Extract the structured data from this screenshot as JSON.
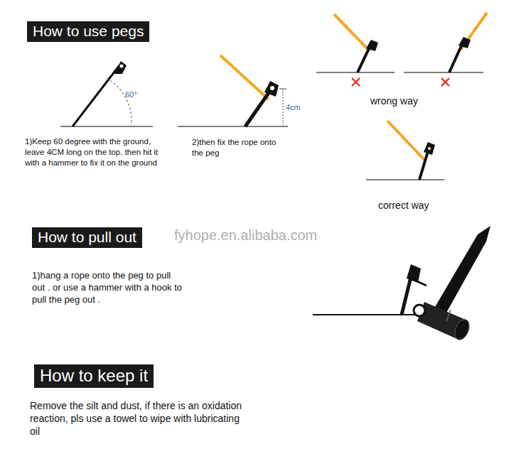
{
  "diagram": {
    "nodes": [
      {
        "text": [
          "How to use pegs"
        ]
      },
      {
        "text": [
          "How to pull out"
        ]
      },
      {
        "text": [
          "How to keep it"
        ]
      }
    ],
    "labels": [
      "60°",
      "4cm",
      "1)Keep 60 degree with the ground, leave 4CM long on the top. then hit it with a hammer to fix it on the ground",
      "2)then fix the rope onto the peg",
      "wrong way",
      "correct way",
      "fyhope.en.alibaba.com",
      "1)hang a rope onto the peg to pull out . or use a hammer with a hook to pull the peg out .",
      "Remove the silt and dust, if there is an oxidation reaction, pls use a towel to wipe with lubricating oil"
    ]
  }
}
